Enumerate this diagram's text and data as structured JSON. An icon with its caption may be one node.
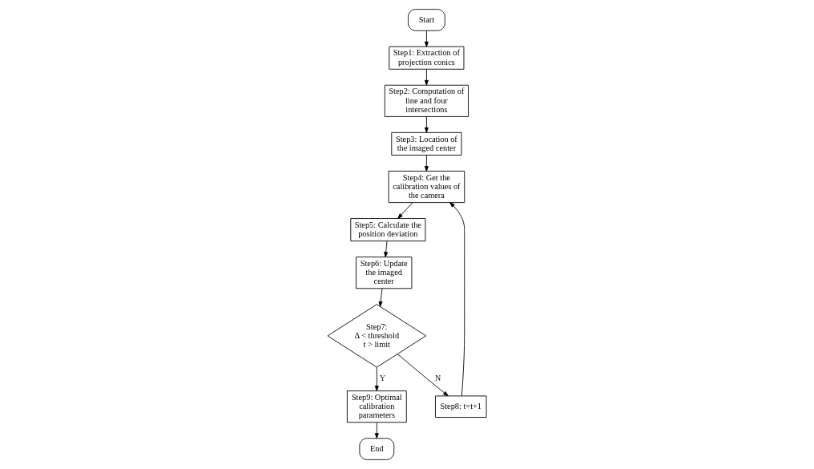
{
  "diagram": {
    "nodes": [
      {
        "text": [
          "Start"
        ]
      },
      {
        "text": [
          "Step1: Extraction of projection conics"
        ]
      },
      {
        "text": [
          "Step2: Computation of line and four intersections"
        ]
      },
      {
        "text": [
          "Step3: Location of the imaged center"
        ]
      },
      {
        "text": [
          "Step4: Get the calibration values of the camera"
        ]
      },
      {
        "text": [
          "Step5: Calculate the position deviation"
        ]
      },
      {
        "text": [
          "Step6: Update the imaged center"
        ]
      },
      {
        "text": [
          "Step7:",
          "Δ < threshold",
          "t > limit"
        ]
      },
      {
        "text": [
          "Step8: t=t+1"
        ]
      },
      {
        "text": [
          "Step9: Optimal calibration parameters"
        ]
      },
      {
        "text": [
          "End"
        ]
      }
    ],
    "edges": [
      {
        "from": 0,
        "to": 1,
        "arrow": "to"
      },
      {
        "from": 1,
        "to": 2,
        "arrow": "to"
      },
      {
        "from": 2,
        "to": 3,
        "arrow": "to"
      },
      {
        "from": 3,
        "to": 4,
        "arrow": "to"
      },
      {
        "from": 4,
        "to": 5,
        "arrow": "to"
      },
      {
        "from": 5,
        "to": 6,
        "arrow": "to"
      },
      {
        "from": 6,
        "to": 7,
        "arrow": "to"
      },
      {
        "from": 7,
        "to": 9,
        "arrow": "to",
        "label": "Y"
      },
      {
        "from": 7,
        "to": 8,
        "arrow": "to",
        "label": "N"
      },
      {
        "from": 8,
        "to": 4,
        "arrow": "to"
      },
      {
        "from": 9,
        "to": 10,
        "arrow": "to"
      }
    ]
  }
}
